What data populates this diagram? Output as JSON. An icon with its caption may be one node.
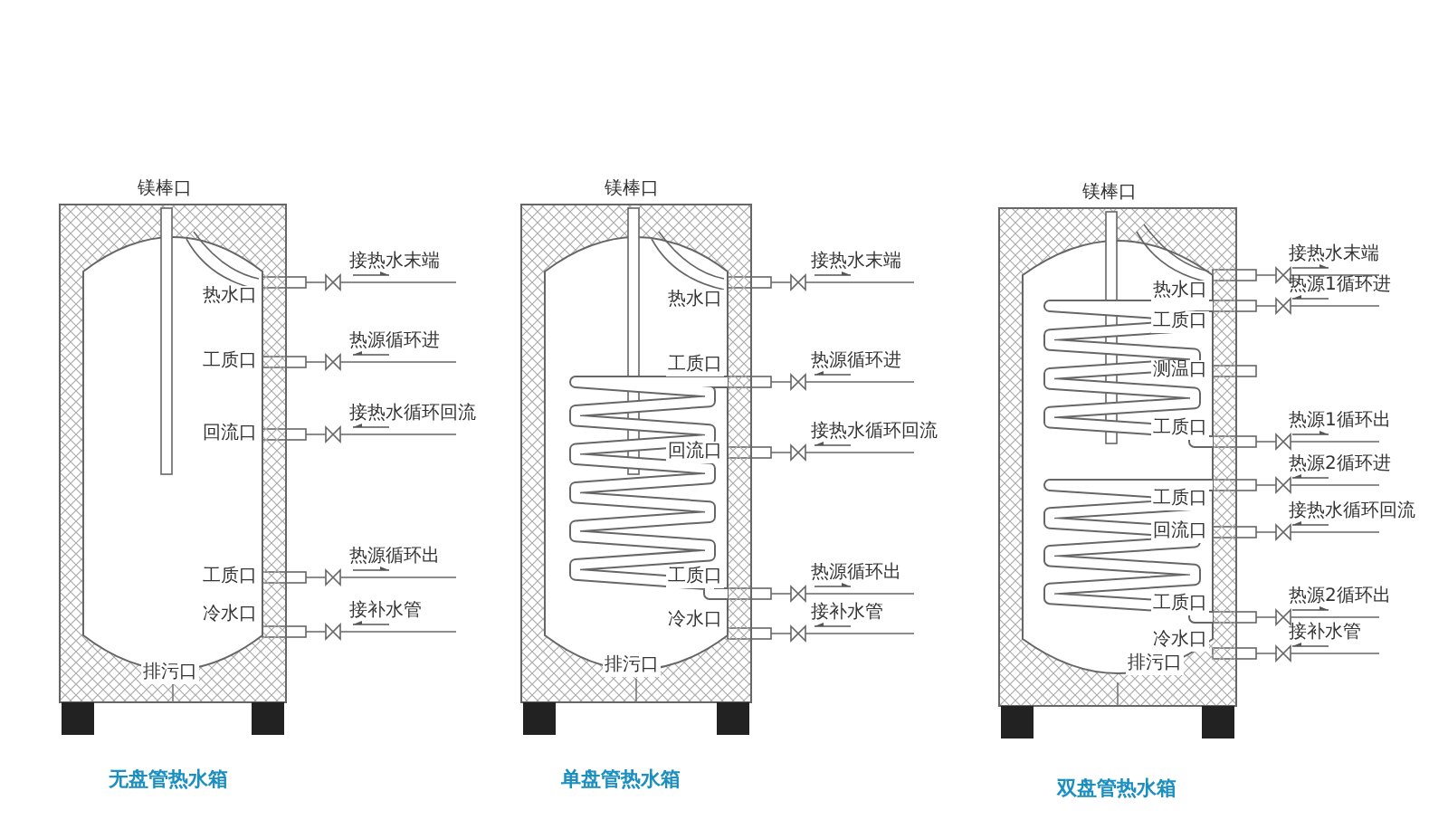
{
  "diagram": {
    "nodes": [
      {
        "text": [
          "镁棒口",
          "热水口",
          "工质口",
          "回流口",
          "工质口",
          "冷水口",
          "排污口"
        ],
        "beside": [
          "接热水末端",
          "热源循环进",
          "接热水循环回流",
          "热源循环出",
          "接补水管",
          "无盘管热水箱"
        ]
      },
      {
        "text": [
          "镁棒口",
          "热水口",
          "工质口",
          "回流口",
          "工质口",
          "冷水口",
          "排污口"
        ],
        "beside": [
          "接热水末端",
          "热源循环进",
          "接热水循环回流",
          "热源循环出",
          "接补水管",
          "单盘管热水箱"
        ]
      },
      {
        "text": [
          "镁棒口",
          "热水口",
          "工质口",
          "测温口",
          "工质口",
          "工质口",
          "回流口",
          "工质口",
          "冷水口",
          "排污口"
        ],
        "beside": [
          "接热水末端",
          "热源1循环进",
          "热源1循环出",
          "热源2循环进",
          "接热水循环回流",
          "热源2循环出",
          "接补水管",
          "双盘管热水箱"
        ]
      }
    ]
  }
}
